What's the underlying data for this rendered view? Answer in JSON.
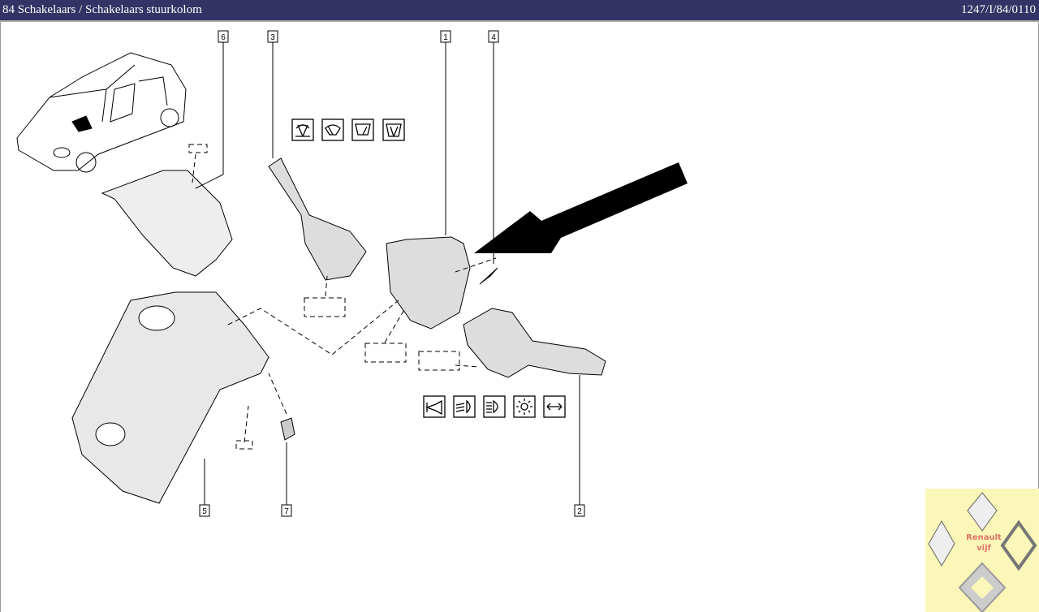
{
  "header": {
    "title": "84 Schakelaars / Schakelaars stuurkolom",
    "code": "1247/I/84/0110"
  },
  "diagram": {
    "callouts": [
      "1",
      "2",
      "3",
      "4",
      "5",
      "6",
      "7"
    ],
    "wiper_icons": [
      "wiper-intermittent-icon",
      "wiper-fast-icon",
      "wiper-rear-icon",
      "washer-icon"
    ],
    "light_icons": [
      "horn-icon",
      "low-beam-icon",
      "high-beam-icon",
      "side-light-icon",
      "indicator-icon"
    ]
  },
  "logo": {
    "line1": "Renault",
    "line2": "vijf"
  },
  "colors": {
    "header_bg": "#333366",
    "logo_bg": "#fbf7b8",
    "logo_text": "#e0736a"
  }
}
